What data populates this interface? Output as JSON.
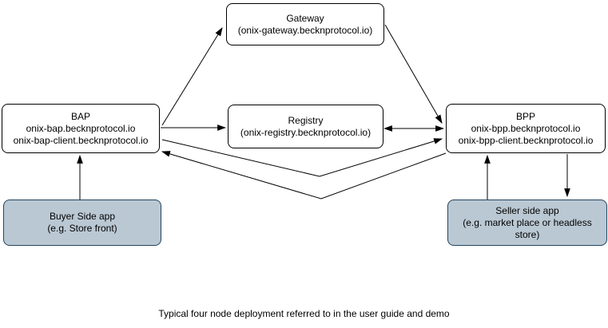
{
  "caption": "Typical four node deployment referred to in the user guide and demo",
  "nodes": {
    "gateway": {
      "title": "Gateway",
      "subtitle": "(onix-gateway.becknprotocol.io)"
    },
    "bap": {
      "title": "BAP",
      "line1": "onix-bap.becknprotocol.io",
      "line2": "onix-bap-client.becknprotocol.io"
    },
    "registry": {
      "title": "Registry",
      "subtitle": "(onix-registry.becknprotocol.io)"
    },
    "bpp": {
      "title": "BPP",
      "line1": "onix-bpp.becknprotocol.io",
      "line2": "onix-bpp-client.becknprotocol.io"
    },
    "buyer_app": {
      "title": "Buyer Side app",
      "subtitle": "(e.g. Store front)"
    },
    "seller_app": {
      "title": "Seller side app",
      "subtitle": "(e.g. market place or headless store)"
    }
  },
  "edges": [
    {
      "name": "bap-to-gateway",
      "direction": "bap -> gateway"
    },
    {
      "name": "gateway-to-bpp",
      "direction": "gateway -> bpp"
    },
    {
      "name": "bap-to-registry",
      "direction": "bap -> registry"
    },
    {
      "name": "registry-bpp-bidirectional",
      "direction": "registry <-> bpp"
    },
    {
      "name": "bap-to-bpp-via-middle",
      "direction": "bap -> bpp"
    },
    {
      "name": "bpp-to-bap-via-middle",
      "direction": "bpp -> bap"
    },
    {
      "name": "buyer-app-to-bap",
      "direction": "buyer_app -> bap"
    },
    {
      "name": "seller-app-to-bpp",
      "direction": "seller_app -> bpp"
    },
    {
      "name": "bpp-to-seller-app",
      "direction": "bpp -> seller_app"
    }
  ],
  "colors": {
    "node_fill": "#ffffff",
    "node_border": "#000000",
    "app_fill": "#bac8d3",
    "app_border": "#23445d",
    "arrow": "#000000",
    "text": "#000000"
  }
}
